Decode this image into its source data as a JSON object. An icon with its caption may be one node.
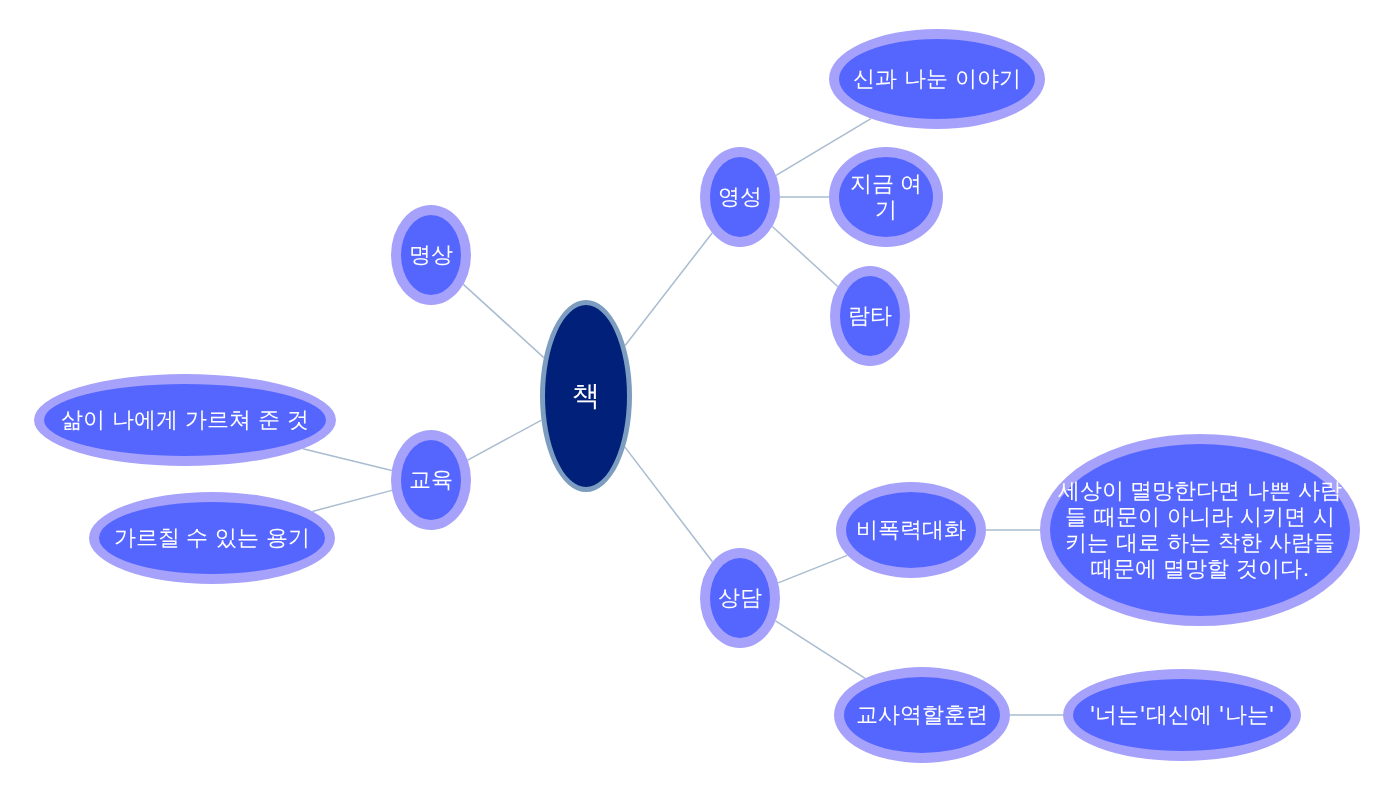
{
  "diagram": {
    "nodes": [
      {
        "text": [
          "책"
        ]
      },
      {
        "text": [
          "명상"
        ]
      },
      {
        "text": [
          "교육"
        ]
      },
      {
        "text": [
          "삶이 나에게 가르쳐 준 것"
        ]
      },
      {
        "text": [
          "가르칠 수 있는 용기"
        ]
      },
      {
        "text": [
          "영성"
        ]
      },
      {
        "text": [
          "신과 나눈 이야기"
        ]
      },
      {
        "text": [
          "지금 여기"
        ]
      },
      {
        "text": [
          "람타"
        ]
      },
      {
        "text": [
          "상담"
        ]
      },
      {
        "text": [
          "비폭력대화"
        ]
      },
      {
        "text": [
          "세상이 멸망한다면 나쁜 사람들 때문이 아니라 시키면 시키는 대로 하는 착한 사람들때문에 멸망할 것이다."
        ]
      },
      {
        "text": [
          "교사역할훈련"
        ]
      },
      {
        "text": [
          "'너는'대신에 '나는'"
        ]
      }
    ],
    "edges": [
      {
        "from": 0,
        "to": 1,
        "arrow": "none"
      },
      {
        "from": 0,
        "to": 2,
        "arrow": "none"
      },
      {
        "from": 0,
        "to": 5,
        "arrow": "none"
      },
      {
        "from": 0,
        "to": 9,
        "arrow": "none"
      },
      {
        "from": 2,
        "to": 3,
        "arrow": "none"
      },
      {
        "from": 2,
        "to": 4,
        "arrow": "none"
      },
      {
        "from": 5,
        "to": 6,
        "arrow": "none"
      },
      {
        "from": 5,
        "to": 7,
        "arrow": "none"
      },
      {
        "from": 5,
        "to": 8,
        "arrow": "none"
      },
      {
        "from": 9,
        "to": 10,
        "arrow": "none"
      },
      {
        "from": 9,
        "to": 12,
        "arrow": "none"
      },
      {
        "from": 10,
        "to": 11,
        "arrow": "none"
      },
      {
        "from": 12,
        "to": 13,
        "arrow": "none"
      }
    ]
  }
}
